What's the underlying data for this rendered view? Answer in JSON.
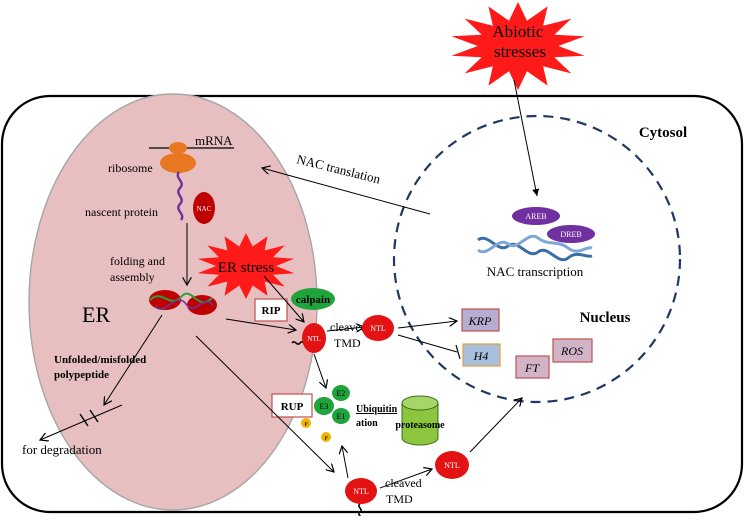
{
  "labels": {
    "abiotic": [
      "Abiotic",
      "stresses"
    ],
    "cytosol": "Cytosol",
    "mrna": "mRNA",
    "ribosome": "ribosome",
    "nac_translation": "NAC translation",
    "nascent_protein": "nascent protein",
    "nac": "NAC",
    "areb": "AREB",
    "dreb": "DREB",
    "nac_transcription": "NAC transcription",
    "folding": [
      "folding and",
      "assembly"
    ],
    "er_stress": "ER stress",
    "er": "ER",
    "calpain": "calpain",
    "rip": "RIP",
    "ntl": "NTL",
    "cleaved_tmd": [
      "cleaved",
      "TMD"
    ],
    "nucleus": "Nucleus",
    "krp": "KRP",
    "h4": "H4",
    "ft": "FT",
    "ros": "ROS",
    "unfolded": [
      "Unfolded/misfolded",
      "polypeptide"
    ],
    "rup": "RUP",
    "e1": "E1",
    "e2": "E2",
    "e3": "E3",
    "p": "P",
    "ubiquitination": [
      "Ubiquitin",
      "ation"
    ],
    "proteasome": "proteasome",
    "for_degradation": "for degradation"
  },
  "colors": {
    "burst_red": "#ff1a1a",
    "er_fill": "#e8bfc0",
    "nucleus_dash": "#1f3864",
    "ntl_red": "#e31313",
    "calpain_green": "#1fa43c",
    "purple": "#7030a0",
    "gold": "#f0b400",
    "box_red": "#c0504d",
    "krp_fill": "#b5aed2",
    "h4_fill": "#a8c0de",
    "ft_fill": "#d2b4c8",
    "orange": "#e87722"
  }
}
